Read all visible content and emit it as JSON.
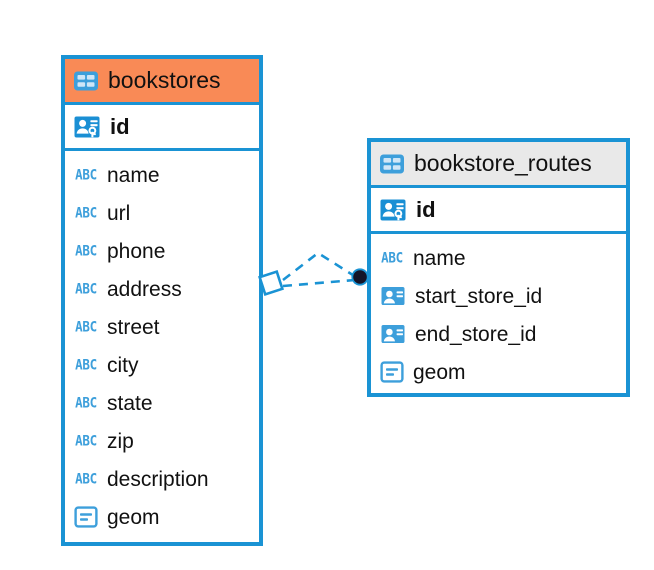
{
  "diagram": {
    "title": "",
    "colors": {
      "border_blue": "#1a93d4",
      "header_orange": "#f98a56",
      "header_grey": "#e9e9e9",
      "icon_blue": "#3d9fdb",
      "connector_blue": "#1a93d4",
      "endpoint_dark": "#141428",
      "text": "#111111",
      "background": "#ffffff"
    },
    "entities": [
      {
        "name": "bookstores",
        "header_icon": "table-icon",
        "header_style": "accent-orange",
        "primary_key": {
          "label": "id",
          "icon": "primary-key-icon"
        },
        "attributes": [
          {
            "label": "name",
            "icon": "abc-text-icon"
          },
          {
            "label": "url",
            "icon": "abc-text-icon"
          },
          {
            "label": "phone",
            "icon": "abc-text-icon"
          },
          {
            "label": "address",
            "icon": "abc-text-icon"
          },
          {
            "label": "street",
            "icon": "abc-text-icon"
          },
          {
            "label": "city",
            "icon": "abc-text-icon"
          },
          {
            "label": "state",
            "icon": "abc-text-icon"
          },
          {
            "label": "zip",
            "icon": "abc-text-icon"
          },
          {
            "label": "description",
            "icon": "abc-text-icon"
          },
          {
            "label": "geom",
            "icon": "geometry-icon"
          }
        ]
      },
      {
        "name": "bookstore_routes",
        "header_icon": "table-icon",
        "header_style": "accent-grey",
        "primary_key": {
          "label": "id",
          "icon": "primary-key-icon"
        },
        "attributes": [
          {
            "label": "name",
            "icon": "abc-text-icon"
          },
          {
            "label": "start_store_id",
            "icon": "foreign-key-icon"
          },
          {
            "label": "end_store_id",
            "icon": "foreign-key-icon"
          },
          {
            "label": "geom",
            "icon": "geometry-icon"
          }
        ]
      }
    ],
    "relationship": {
      "source_marker": "diamond-marker",
      "target_marker": "filled-circle-marker",
      "line_style": "dashed"
    }
  }
}
